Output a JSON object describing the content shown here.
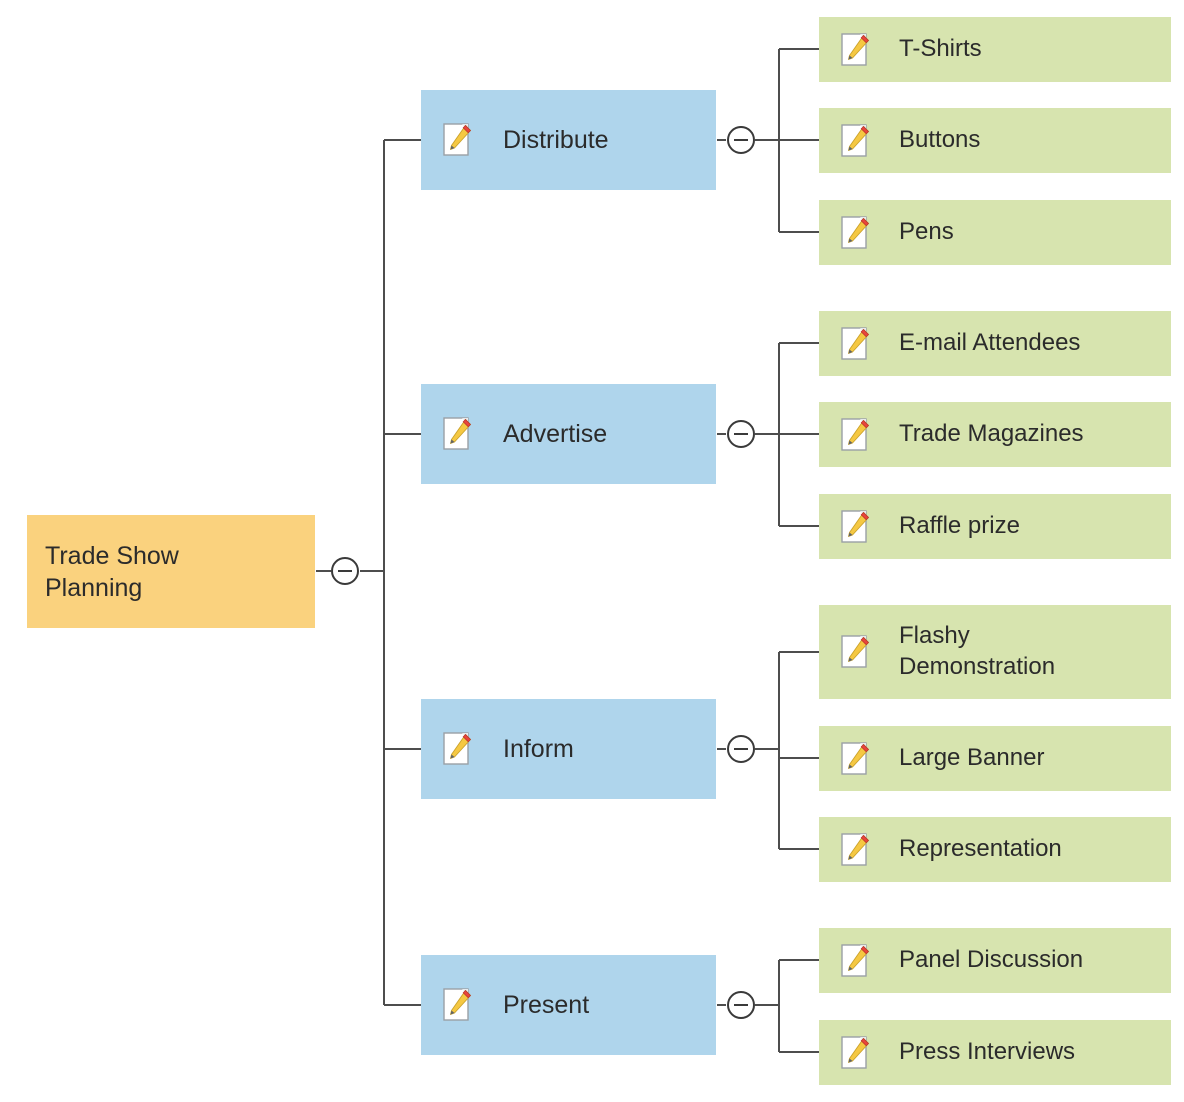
{
  "diagram": {
    "type": "mind-map-tree",
    "title": "Trade Show Planning",
    "colors": {
      "root_fill": "#FAD27E",
      "branch_fill": "#AFD5EC",
      "leaf_fill": "#D7E4AF",
      "connector": "#4d4d4d",
      "text": "#2b2b2b",
      "background": "#FFFFFF"
    },
    "icon_name": "note-pencil-icon",
    "collapse_control_label": "−"
  },
  "root": {
    "label": "Trade Show\nPlanning",
    "collapse_state": "expanded"
  },
  "branches": [
    {
      "label": "Distribute",
      "collapse_state": "expanded",
      "children": [
        {
          "label": "T-Shirts"
        },
        {
          "label": "Buttons"
        },
        {
          "label": "Pens"
        }
      ]
    },
    {
      "label": "Advertise",
      "collapse_state": "expanded",
      "children": [
        {
          "label": "E-mail Attendees"
        },
        {
          "label": "Trade Magazines"
        },
        {
          "label": "Raffle prize"
        }
      ]
    },
    {
      "label": "Inform",
      "collapse_state": "expanded",
      "children": [
        {
          "label": "Flashy\nDemonstration"
        },
        {
          "label": "Large Banner"
        },
        {
          "label": "Representation"
        }
      ]
    },
    {
      "label": "Present",
      "collapse_state": "expanded",
      "children": [
        {
          "label": "Panel Discussion"
        },
        {
          "label": "Press Interviews"
        }
      ]
    }
  ]
}
